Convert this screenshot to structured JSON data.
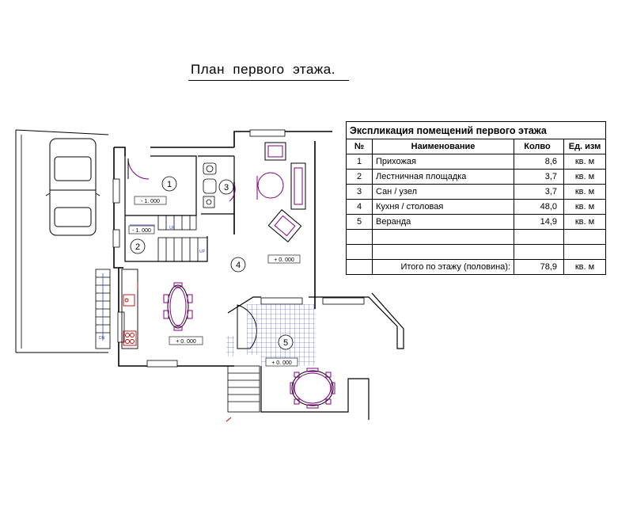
{
  "title": "План  первого  этажа.",
  "table": {
    "caption": "Экспликация помещений первого этажа",
    "headers": [
      "№",
      "Наименование",
      "Колво",
      "Ед. изм"
    ],
    "rows": [
      {
        "no": "1",
        "name": "Прихожая",
        "qty": "8,6",
        "unit": "кв. м"
      },
      {
        "no": "2",
        "name": "Лестничная площадка",
        "qty": "3,7",
        "unit": "кв. м"
      },
      {
        "no": "3",
        "name": "Сан / узел",
        "qty": "3,7",
        "unit": "кв. м"
      },
      {
        "no": "4",
        "name": "Кухня / столовая",
        "qty": "48,0",
        "unit": "кв. м"
      },
      {
        "no": "5",
        "name": "Веранда",
        "qty": "14,9",
        "unit": "кв. м"
      }
    ],
    "total": {
      "label": "Итого по этажу  (половина):",
      "qty": "78,9",
      "unit": "кв. м"
    }
  },
  "plan": {
    "room_numbers": [
      "1",
      "2",
      "3",
      "4",
      "5"
    ],
    "level_marks": {
      "hall": "- 1. 000",
      "stair": "- 1. 000",
      "living": "+ 0. 000",
      "kitchen": "+ 0. 000",
      "veranda": "+ 0. 000"
    },
    "stair_labels": {
      "up": "UP",
      "up2": "UP",
      "down": "DN"
    }
  },
  "colors": {
    "walls": "#000000",
    "furniture": "#800080",
    "kitchen_fixtures": "#c00000",
    "tiles": "#3a46c8"
  }
}
